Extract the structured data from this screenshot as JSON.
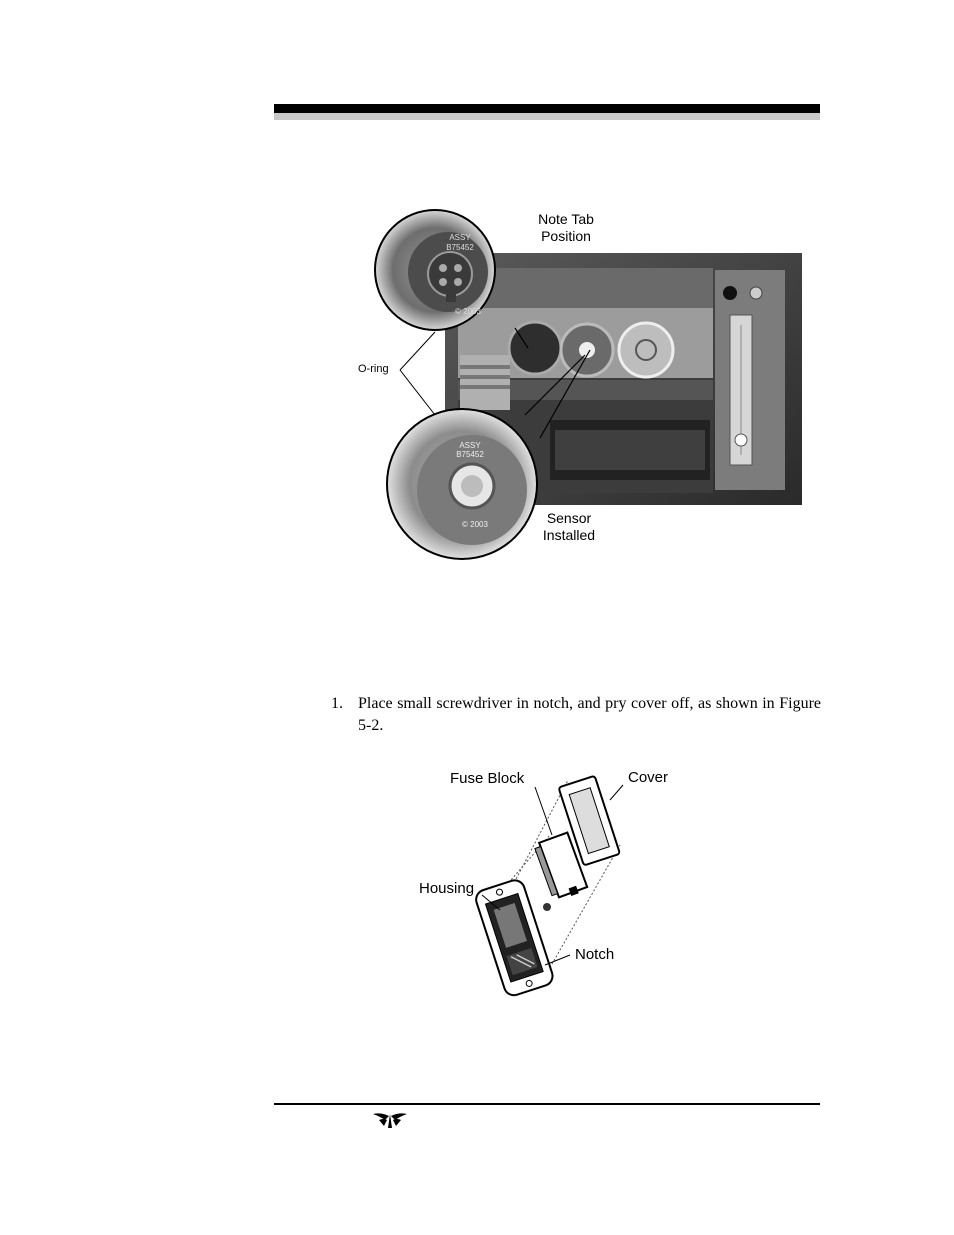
{
  "figure1": {
    "callouts": {
      "note_tab_line1": "Note Tab",
      "note_tab_line2": "Position",
      "oring": "O-ring",
      "sensor_line1": "Sensor",
      "sensor_line2": "Installed"
    },
    "sensor_text": {
      "top_assy": "ASSY",
      "top_part": "B75452",
      "top_copyright": "© 2003",
      "bottom_assy": "ASSY",
      "bottom_part": "B75452",
      "bottom_copyright": "© 2003"
    }
  },
  "instructions": {
    "step1_number": "1.",
    "step1_text": "Place small screwdriver in notch, and pry cover off, as shown in Figure 5-2."
  },
  "figure2": {
    "labels": {
      "fuse_block": "Fuse Block",
      "cover": "Cover",
      "housing": "Housing",
      "notch": "Notch"
    }
  },
  "footer": {
    "logo_icon": "teledyne-logo-icon"
  }
}
